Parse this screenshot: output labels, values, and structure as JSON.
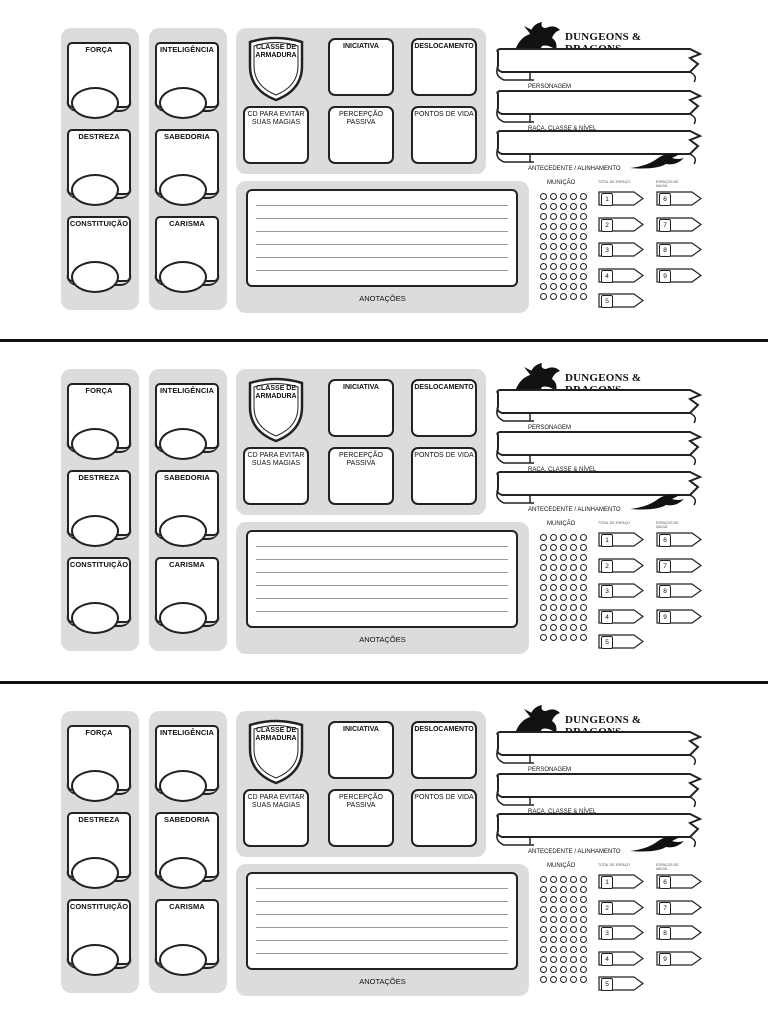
{
  "abilities_col1": [
    "FORÇA",
    "DESTREZA",
    "CONSTITUIÇÃO"
  ],
  "abilities_col2": [
    "INTELIGÊNCIA",
    "SABEDORIA",
    "CARISMA"
  ],
  "stats": {
    "armor_class": "CLASSE DE ARMADURA",
    "initiative": "INICIATIVA",
    "speed": "DESLOCAMENTO",
    "spell_dc": "CD PARA EVITAR SUAS MAGIAS",
    "passive_perception": "PERCEPÇÃO PASSIVA",
    "hit_points": "PONTOS DE VIDA"
  },
  "notes_label": "ANOTAÇÕES",
  "brand": {
    "logo_text": "DUNGEONS & DRAGONS",
    "icon": "dragon-icon"
  },
  "banners": [
    "PERSONAGEM",
    "RAÇA, CLASSE & NÍVEL",
    "ANTECEDENTE / ALINHAMENTO"
  ],
  "ammo_label": "MUNIÇÃO",
  "slot_header": {
    "left": "TOTAL DE ESPAÇO",
    "right": "ESPAÇOS DE MAGIA"
  },
  "slot_numbers_left": [
    "1",
    "2",
    "3",
    "4",
    "5"
  ],
  "slot_numbers_right": [
    "6",
    "7",
    "8",
    "9"
  ],
  "cards": [
    {
      "id": "card-1"
    },
    {
      "id": "card-2"
    },
    {
      "id": "card-3"
    }
  ],
  "colors": {
    "panel": "#dcdcdc",
    "ink": "#111111",
    "paper": "#ffffff"
  }
}
